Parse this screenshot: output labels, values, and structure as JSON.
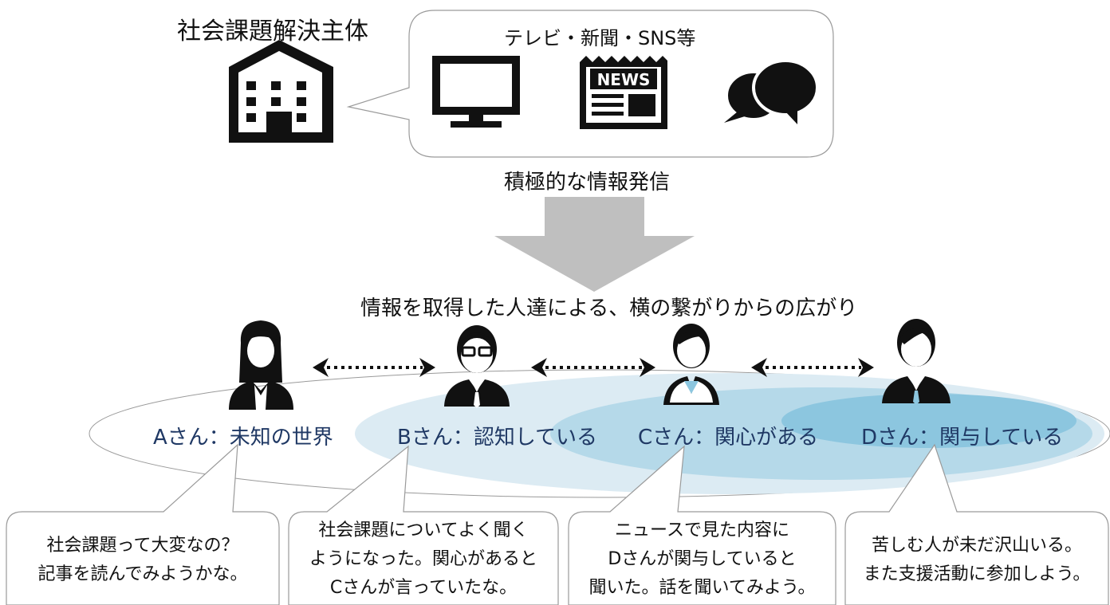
{
  "organization": {
    "label": "社会課題解決主体",
    "icon": "building-icon"
  },
  "media": {
    "label": "テレビ・新聞・SNS等",
    "icons": [
      "tv-icon",
      "newspaper-icon",
      "chat-bubbles-icon"
    ],
    "news_text": "NEWS"
  },
  "dissemination_label": "積極的な情報発信",
  "spread_label": "情報を取得した人達による、横の繋がりからの広がり",
  "persons": [
    {
      "label": "Aさん：未知の世界",
      "icon": "woman-avatar-icon",
      "comment": [
        "社会課題って大変なの？",
        "記事を読んでみようかな。"
      ]
    },
    {
      "label": "Bさん：認知している",
      "icon": "man-glasses-avatar-icon",
      "comment": [
        "社会課題についてよく聞く",
        "ようになった。関心があると",
        "Cさんが言っていたな。"
      ]
    },
    {
      "label": "Cさん：関心がある",
      "icon": "man-casual-avatar-icon",
      "comment": [
        "ニュースで見た内容に",
        "Dさんが関与していると",
        "聞いた。話を聞いてみよう。"
      ]
    },
    {
      "label": "Dさん：関与している",
      "icon": "man-suit-avatar-icon",
      "comment": [
        "苦しむ人が未だ沢山いる。",
        "また支援活動に参加しよう。"
      ]
    }
  ],
  "colors": {
    "label_text": "#1f3864",
    "ellipse_light": "#dcebf3",
    "ellipse_mid": "#b5d9e9",
    "ellipse_dark": "#8cc6df",
    "arrow_gray": "#bfbfbf",
    "icon_black": "#111111"
  }
}
